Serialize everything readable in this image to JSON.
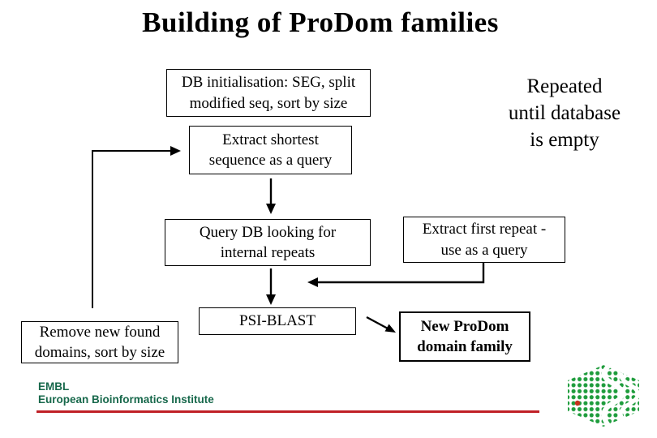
{
  "slide": {
    "title": "Building of ProDom families"
  },
  "flowchart": {
    "db_init": {
      "line1": "DB initialisation: SEG, split",
      "line2": "modified seq, sort by size"
    },
    "extract_shortest": {
      "line1": "Extract shortest",
      "line2": "sequence as a query"
    },
    "repeated_note": {
      "line1": "Repeated",
      "line2": "until database",
      "line3": "is empty"
    },
    "query_db": {
      "line1": "Query DB looking for",
      "line2": "internal repeats"
    },
    "extract_first": {
      "line1": "Extract first repeat -",
      "line2": "use as a query"
    },
    "psi_blast": {
      "label": "PSI-BLAST"
    },
    "remove_domains": {
      "line1": "Remove new found",
      "line2": "domains, sort by size"
    },
    "new_prodom": {
      "line1": "New ProDom",
      "line2": "domain family"
    }
  },
  "footer": {
    "org": "EMBL",
    "org_full": "European Bioinformatics Institute"
  },
  "theme": {
    "brand_green": "#17684B",
    "brand_red": "#C02026",
    "logo_green": "#1E9C3C",
    "logo_red": "#C4311C"
  }
}
